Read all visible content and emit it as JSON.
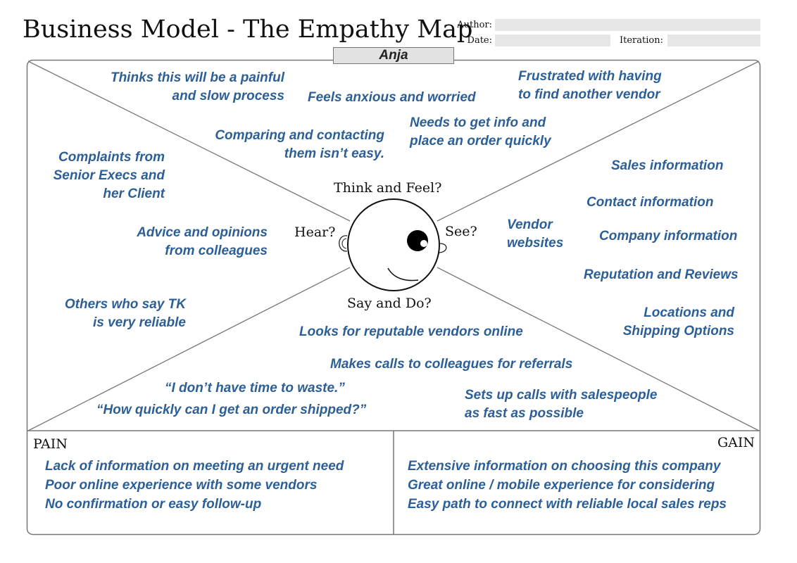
{
  "title": "Business Model - The Empathy Map",
  "meta": {
    "author_label": "Author:",
    "date_label": "Date:",
    "iteration_label": "Iteration:"
  },
  "persona": "Anja",
  "quadrant_labels": {
    "think": "Think and Feel?",
    "hear": "Hear?",
    "see": "See?",
    "say": "Say and Do?"
  },
  "think": [
    "Thinks this will be a painful\nand slow process",
    "Feels anxious and worried",
    "Frustrated with having\nto find another vendor",
    "Comparing and contacting\nthem isn’t easy.",
    "Needs to get info and\nplace an order quickly"
  ],
  "hear": [
    "Complaints from\nSenior Execs and\nher Client",
    "Advice and opinions\nfrom colleagues",
    "Others who say TK\nis very reliable"
  ],
  "see": [
    "Sales information",
    "Contact information",
    "Vendor\nwebsites",
    "Company information",
    "Reputation and Reviews",
    "Locations and\nShipping Options"
  ],
  "say": [
    "Looks for reputable vendors online",
    "Makes calls to colleagues for referrals",
    "“I don’t have time to waste.”",
    "“How quickly can I get an order shipped?”",
    "Sets up calls with salespeople\nas fast as possible"
  ],
  "pain": {
    "heading": "PAIN",
    "items": [
      "Lack of information on meeting an urgent need",
      "Poor online experience with some vendors",
      "No confirmation or easy follow-up"
    ]
  },
  "gain": {
    "heading": "GAIN",
    "items": [
      "Extensive information on choosing this company",
      "Great online / mobile experience for considering",
      "Easy path to connect with reliable local sales reps"
    ]
  },
  "colors": {
    "note_text": "#2d5f97",
    "line": "#777777",
    "field_bg": "#e6e6e6"
  }
}
